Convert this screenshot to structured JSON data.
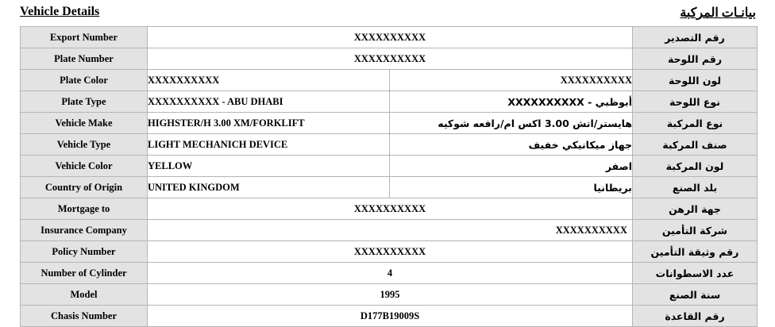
{
  "header": {
    "title_en": "Vehicle Details",
    "title_ar": "بيانـات المركبة"
  },
  "rows": [
    {
      "label_en": "Export Number",
      "value": "XXXXXXXXXX",
      "label_ar": "رقم التصدير"
    },
    {
      "label_en": "Plate Number",
      "value": "XXXXXXXXXX",
      "label_ar": "رقم اللوحة"
    },
    {
      "label_en": "Plate Color",
      "value_en": "XXXXXXXXXX",
      "value_ar": "XXXXXXXXXX",
      "label_ar": "لون اللوحة"
    },
    {
      "label_en": "Plate Type",
      "value_en": "XXXXXXXXXX - ABU DHABI",
      "value_ar": "أبوظبي - XXXXXXXXXX",
      "label_ar": "نوع اللوحة"
    },
    {
      "label_en": "Vehicle Make",
      "value_en": "HIGHSTER/H 3.00 XM/FORKLIFT",
      "value_ar": "هايستر/اتش 3.00 اكس ام/رافعه شوكيه",
      "label_ar": "نوع المركبة"
    },
    {
      "label_en": "Vehicle Type",
      "value_en": "LIGHT MECHANICH DEVICE",
      "value_ar": "جهاز ميكانيكي خفيف",
      "label_ar": "صنف المركبة"
    },
    {
      "label_en": "Vehicle Color",
      "value_en": "YELLOW",
      "value_ar": "اصفر",
      "label_ar": "لون المركبة"
    },
    {
      "label_en": "Country of Origin",
      "value_en": "UNITED KINGDOM",
      "value_ar": "بريطانيا",
      "label_ar": "بلد الصنع"
    },
    {
      "label_en": "Mortgage to",
      "value": "XXXXXXXXXX",
      "label_ar": "جهة الرهن"
    },
    {
      "label_en": "Insurance Company",
      "value": "XXXXXXXXXX",
      "label_ar": "شركة التأمين"
    },
    {
      "label_en": "Policy Number",
      "value": "XXXXXXXXXX",
      "label_ar": "رقم وثيقة التأمين"
    },
    {
      "label_en": "Number of Cylinder",
      "value": "4",
      "label_ar": "عدد الاسطوانات"
    },
    {
      "label_en": "Model",
      "value": "1995",
      "label_ar": "سنة الصنع"
    },
    {
      "label_en": "Chasis Number",
      "value": "D177B19009S",
      "label_ar": "رقم القاعدة"
    }
  ]
}
